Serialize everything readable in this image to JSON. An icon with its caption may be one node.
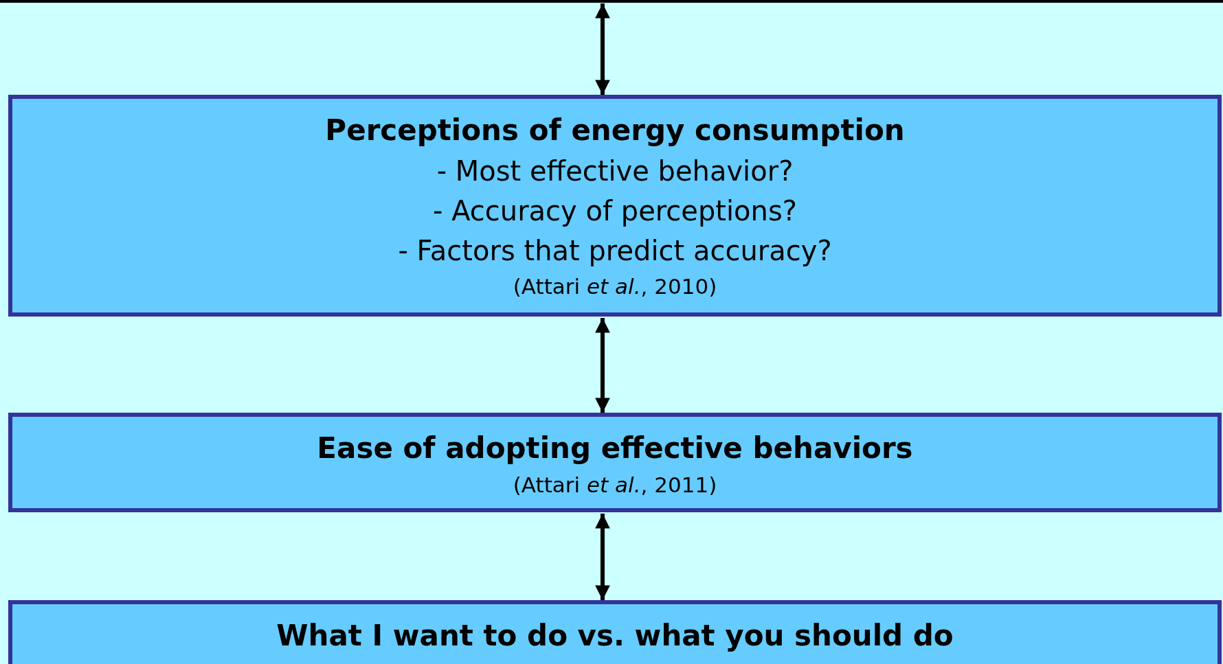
{
  "diagram": {
    "nodes": [
      {
        "text": [
          "Perceptions of energy consumption",
          "- Most effective behavior?",
          "- Accuracy of perceptions?",
          "- Factors that predict accuracy?",
          "(Attari *et al.*, 2010)"
        ]
      },
      {
        "text": [
          "Ease of adopting effective behaviors",
          "(Attari *et al.*, 2011)"
        ]
      },
      {
        "text": [
          "What I want to do vs. what you should do"
        ]
      }
    ],
    "edges": [
      {
        "from": null,
        "to": 0,
        "arrow": "both"
      },
      {
        "from": 0,
        "to": 1,
        "arrow": "both"
      },
      {
        "from": 1,
        "to": 2,
        "arrow": "both"
      }
    ]
  }
}
